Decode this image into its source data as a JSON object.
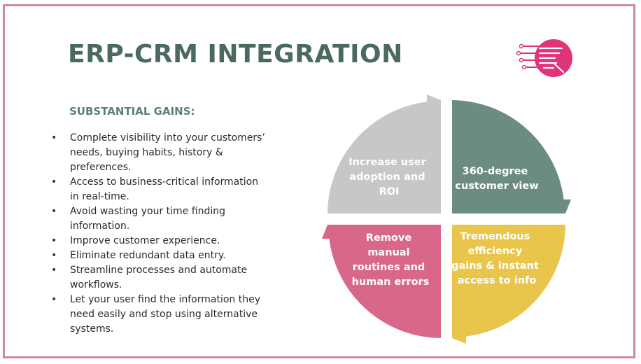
{
  "title": "ERP-CRM INTEGRATION",
  "logo_icon": "circuit-logo-icon",
  "gains": {
    "heading": "SUBSTANTIAL GAINS:",
    "items": [
      [
        "Complete visibility into your customers’",
        "needs, buying habits, history &",
        "preferences."
      ],
      [
        "Access to business-critical information",
        "in real-time."
      ],
      [
        "Avoid wasting your time finding",
        "information."
      ],
      [
        "Improve customer experience."
      ],
      [
        "Eliminate redundant data entry."
      ],
      [
        "Streamline processes and automate",
        "workflows."
      ],
      [
        "Let your user find the information they",
        "need easily and stop using alternative",
        "systems."
      ]
    ]
  },
  "cycle": {
    "quadrants": [
      {
        "id": "top-left",
        "lines": [
          "Increase user",
          "adoption and",
          "ROI"
        ],
        "color": "#c7c7c7"
      },
      {
        "id": "top-right",
        "lines": [
          "360-degree",
          "customer view"
        ],
        "color": "#6d8c81"
      },
      {
        "id": "bottom-right",
        "lines": [
          "Tremendous",
          "efficiency",
          "gains & instant",
          "access to info"
        ],
        "color": "#e9c54c"
      },
      {
        "id": "bottom-left",
        "lines": [
          "Remove",
          "manual",
          "routines and",
          "human errors"
        ],
        "color": "#d8678a"
      }
    ]
  },
  "colors": {
    "title": "#4a6a60",
    "subtitle": "#5e7f76",
    "border": "#c98aa4",
    "logo": "#e0337a"
  }
}
